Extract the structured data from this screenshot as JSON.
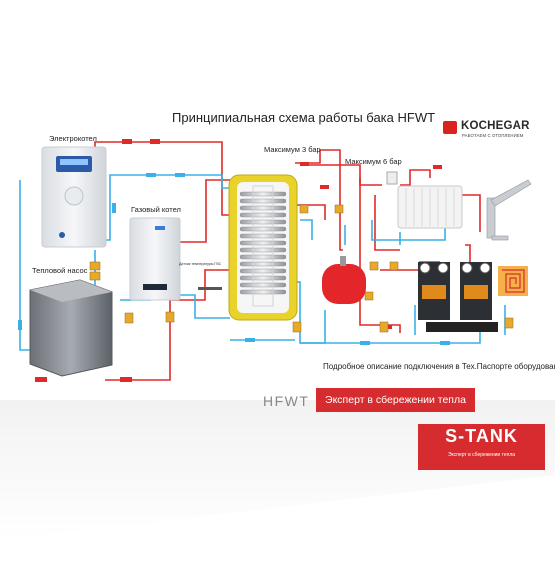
{
  "title": "Принципиальная схема работы бака HFWT",
  "logo": {
    "brand": "KOCHEGAR",
    "tagline": "РАБОТАЕМ С ОТОПЛЕНИЕМ"
  },
  "labels": {
    "electric_boiler": "Электрокотел",
    "gas_boiler": "Газовый котел",
    "heat_pump": "Тепловой насос",
    "sensor": "Датчик температуры ГВС",
    "max_3_bar": "Максимум 3 бар",
    "max_6_bar": "Максимум 6 бар",
    "description_note": "Подробное описание подключения в Тех.Паспорте оборудования"
  },
  "footer": {
    "model": "HFWT",
    "slogan": "Эксперт в сбережении тепла",
    "brand": "S-TANK",
    "brand_tagline": "Эксперт в сбережении тепла"
  },
  "colors": {
    "hot": "#e02a2a",
    "cold": "#3ab0e6",
    "brand_red": "#d62c2f",
    "tank_yellow": "#e9d22a"
  }
}
